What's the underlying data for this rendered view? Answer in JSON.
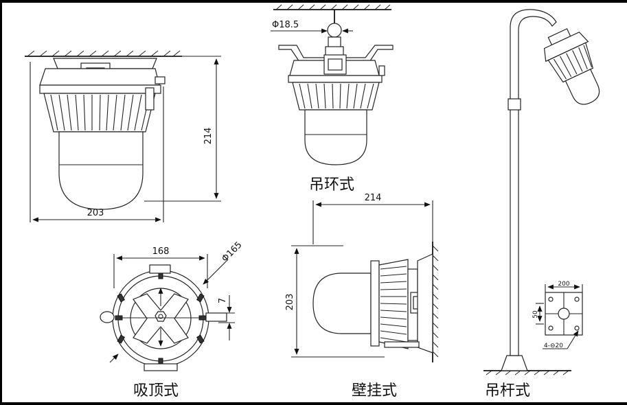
{
  "views": {
    "ceiling": {
      "caption": "吸顶式",
      "height_label": "214",
      "width_label": "203",
      "bolt_circle_label": "168",
      "diameter_label": "Φ165",
      "offset_label": "7"
    },
    "ring": {
      "caption": "吊环式",
      "ring_diameter_label": "Φ18.5"
    },
    "wall": {
      "caption": "壁挂式",
      "width_label": "214",
      "height_label": "203"
    },
    "pole": {
      "caption": "吊杆式",
      "plate_width_label": "200",
      "plate_height_label": "50",
      "holes_label": "4-⊖20"
    }
  }
}
